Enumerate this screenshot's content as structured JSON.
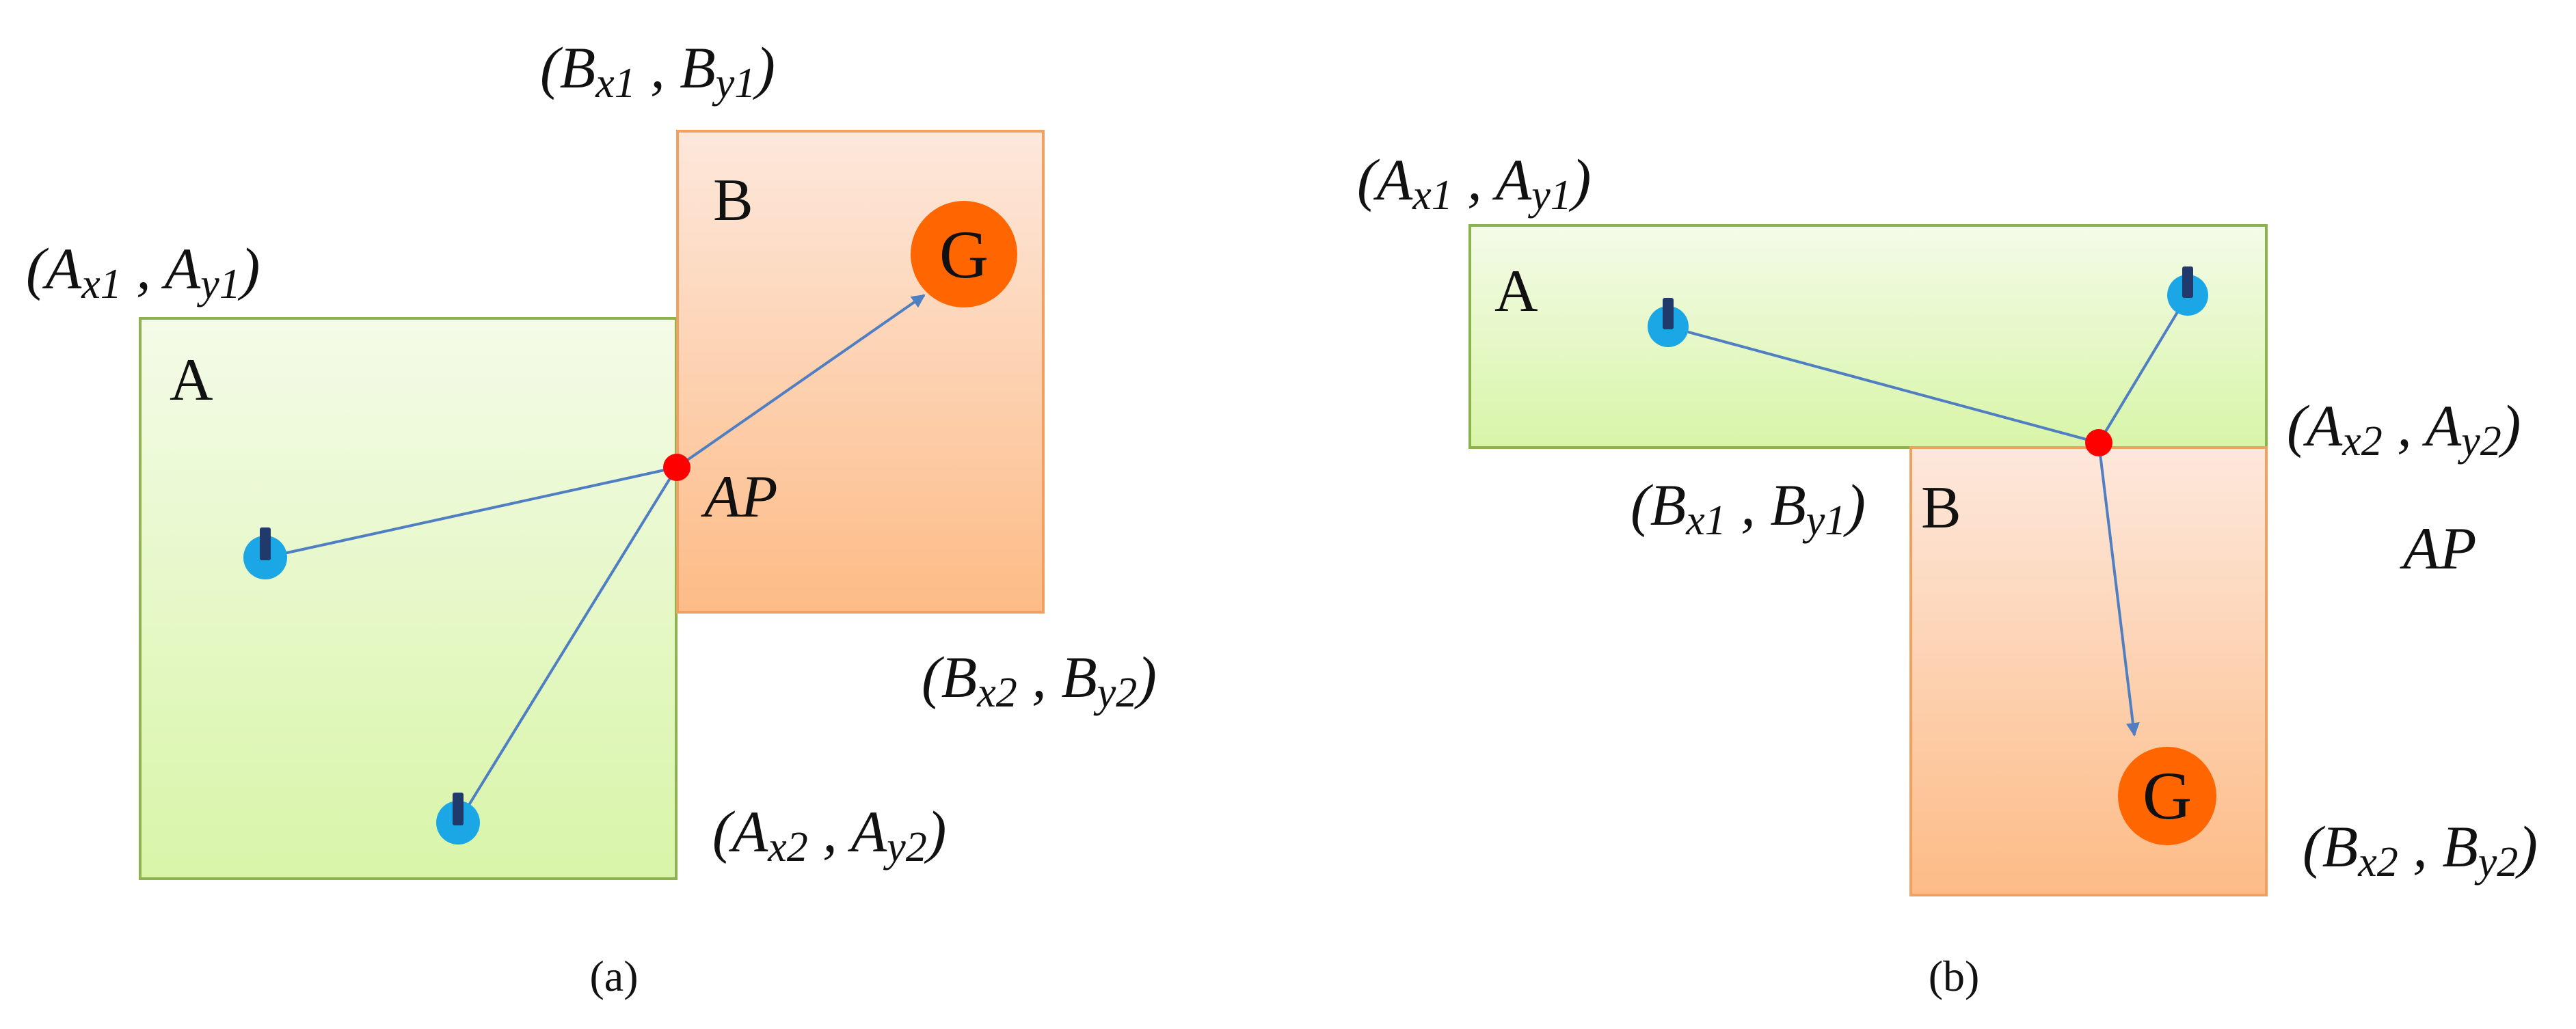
{
  "panels": [
    {
      "id": "a",
      "caption": "(a)",
      "box_a": {
        "letter": "A",
        "corner1": {
          "p": "A",
          "x": "x1",
          "y": "y1"
        },
        "corner2": {
          "p": "A",
          "x": "x2",
          "y": "y2"
        }
      },
      "box_b": {
        "letter": "B",
        "corner1": {
          "p": "B",
          "x": "x1",
          "y": "y1"
        },
        "corner2": {
          "p": "B",
          "x": "x2",
          "y": "y2"
        }
      },
      "goal": "G",
      "access_point": "AP"
    },
    {
      "id": "b",
      "caption": "(b)",
      "box_a": {
        "letter": "A",
        "corner1": {
          "p": "A",
          "x": "x1",
          "y": "y1"
        },
        "corner2": {
          "p": "A",
          "x": "x2",
          "y": "y2"
        }
      },
      "box_b": {
        "letter": "B",
        "corner1": {
          "p": "B",
          "x": "x1",
          "y": "y1"
        },
        "corner2": {
          "p": "B",
          "x": "x2",
          "y": "y2"
        }
      },
      "goal": "G",
      "access_point": "AP"
    }
  ],
  "colors": {
    "area_a_top": "#F4FBE8",
    "area_a_bottom": "#D8F5A8",
    "area_a_border": "#8CB34E",
    "area_b_top": "#FDE8DC",
    "area_b_bottom": "#FDBB86",
    "area_b_border": "#F0A060",
    "goal": "#FF6600",
    "robot": "#1BA6E6",
    "robot_mark": "#1F3A6B",
    "access_point": "#FF0000",
    "path": "#4F7FC2"
  },
  "icons": {
    "robot": "robot-icon",
    "goal": "goal-icon",
    "access_point": "access-point-icon"
  }
}
